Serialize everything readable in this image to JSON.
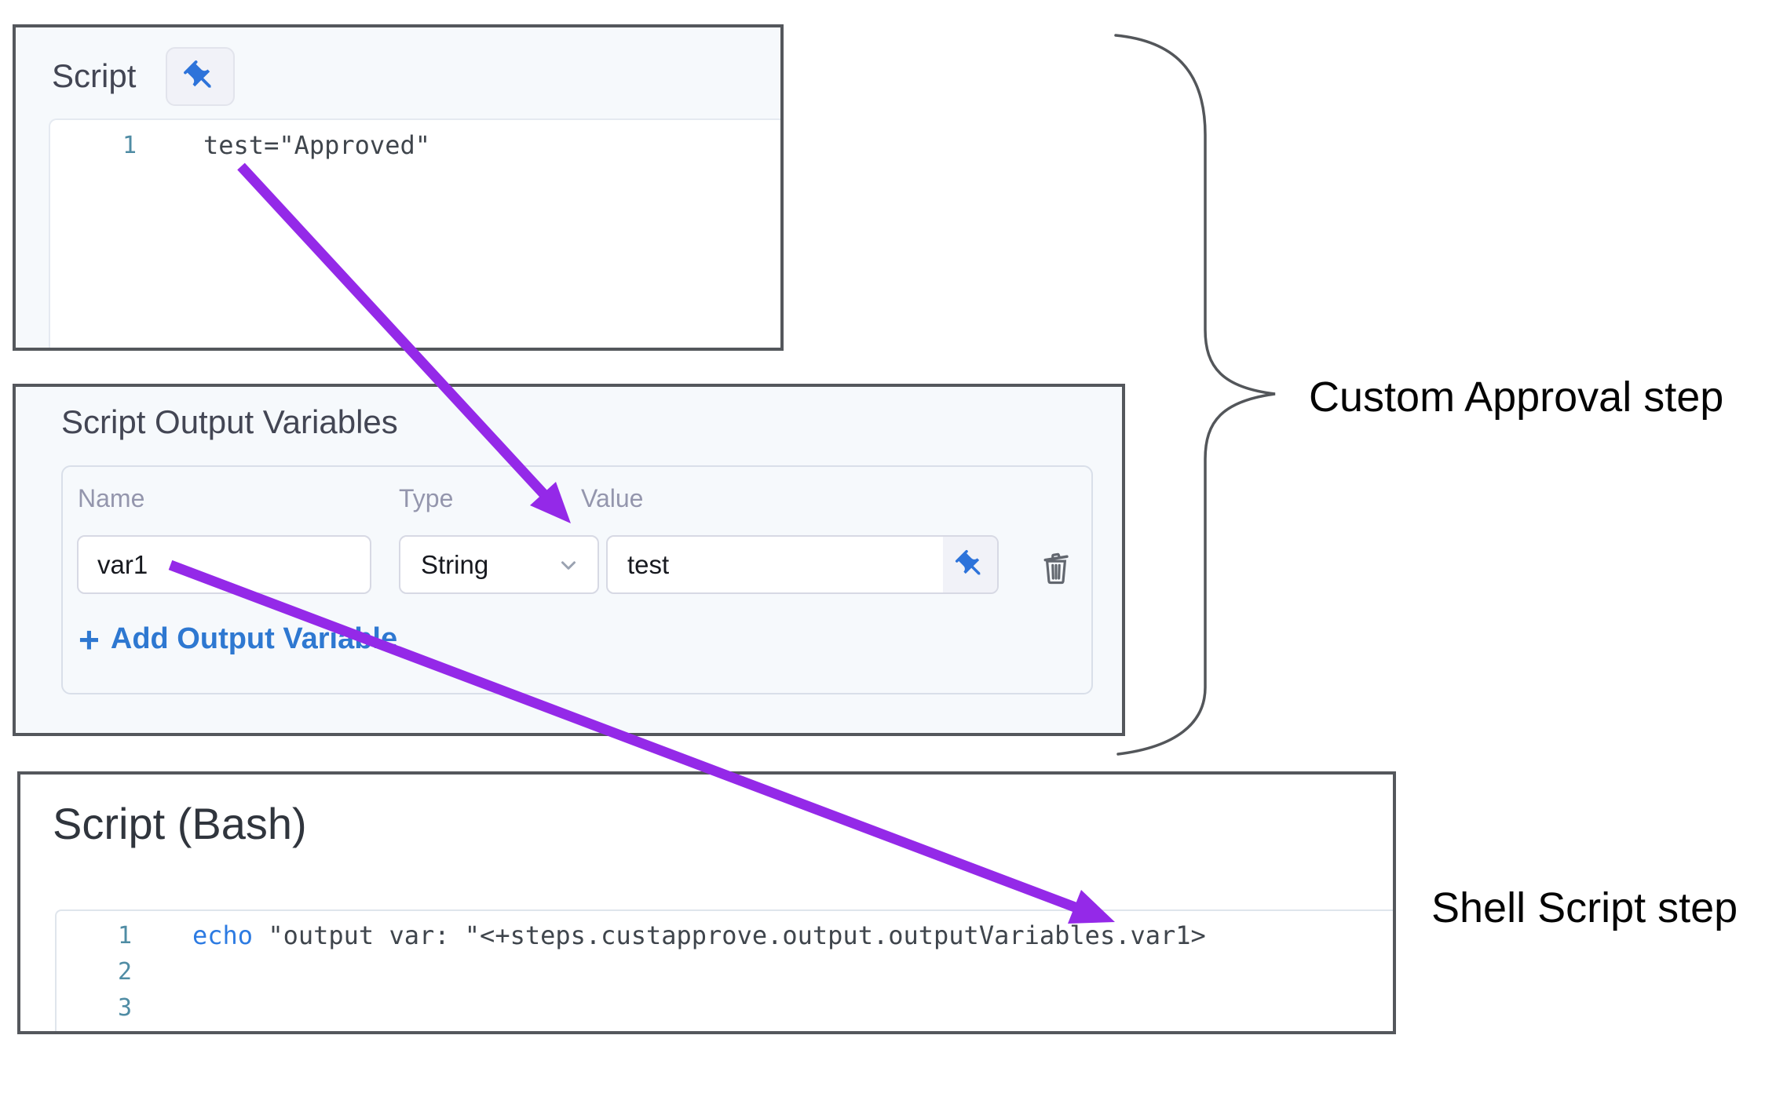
{
  "script_panel": {
    "title": "Script",
    "pin_icon": "pushpin-icon",
    "line_number": "1",
    "code": "test=\"Approved\""
  },
  "output_variables_panel": {
    "title": "Script Output Variables",
    "columns": {
      "name": "Name",
      "type": "Type",
      "value": "Value"
    },
    "rows": [
      {
        "name": "var1",
        "type": "String",
        "value": "test"
      }
    ],
    "icons": {
      "type_dropdown": "chevron-down-icon",
      "value_pin": "pushpin-icon",
      "delete": "trash-icon"
    },
    "add_button": {
      "plus": "+",
      "label": "Add Output Variable"
    }
  },
  "bash_panel": {
    "title": "Script (Bash)",
    "lines": [
      {
        "number": "1",
        "keyword": "echo",
        "rest": " \"output var: \"<+steps.custapprove.output.outputVariables.var1>"
      },
      {
        "number": "2",
        "keyword": "",
        "rest": ""
      },
      {
        "number": "3",
        "keyword": "",
        "rest": ""
      }
    ]
  },
  "annotations": {
    "custom_approval_label": "Custom Approval step",
    "shell_script_label": "Shell Script step"
  },
  "colors": {
    "arrow-purple": "#9429e8",
    "link-blue": "#2e78d1",
    "pin-blue": "#2d73da",
    "echo-blue": "#2d7be2",
    "line-number-teal": "#4f8ca4",
    "panel-background": "#f6f9fc",
    "panel-border": "#54575c"
  }
}
